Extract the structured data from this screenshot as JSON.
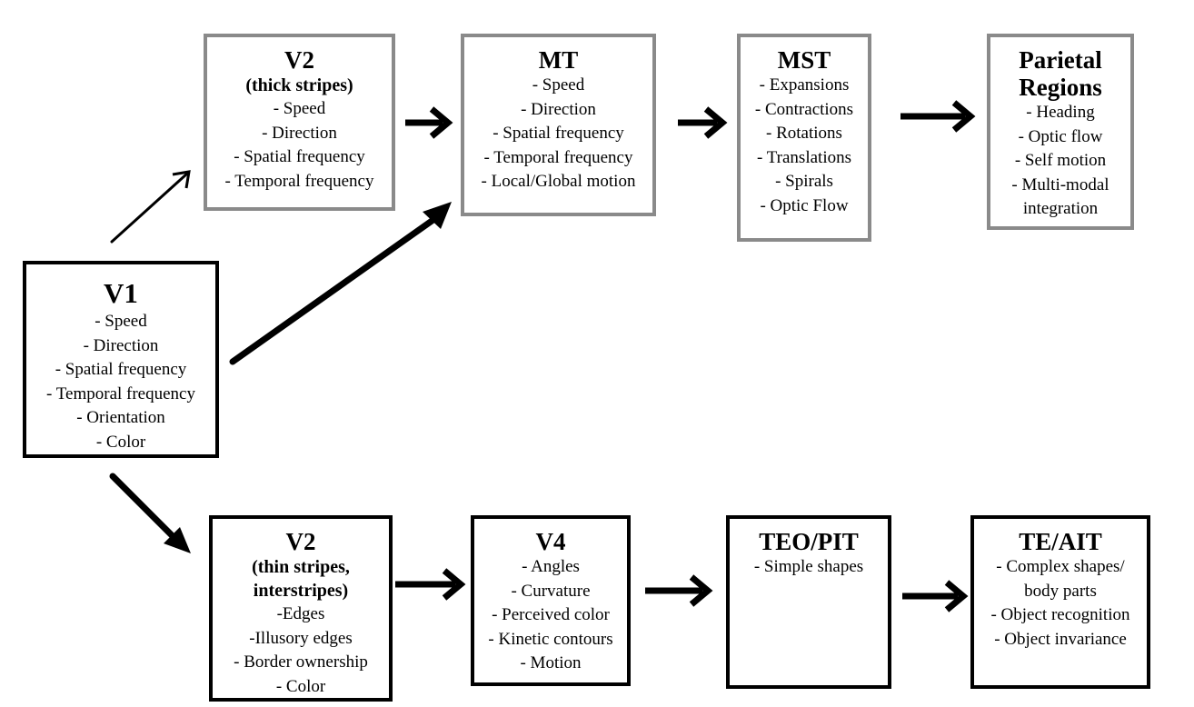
{
  "boxes": {
    "v1": {
      "title": "V1",
      "items": [
        "- Speed",
        "- Direction",
        "- Spatial frequency",
        "- Temporal frequency",
        "- Orientation",
        "- Color"
      ]
    },
    "v2_thick": {
      "title": "V2",
      "subtitle": "(thick stripes)",
      "items": [
        "- Speed",
        "- Direction",
        "- Spatial frequency",
        "- Temporal frequency"
      ]
    },
    "mt": {
      "title": "MT",
      "items": [
        "- Speed",
        "- Direction",
        "- Spatial frequency",
        "- Temporal frequency",
        "- Local/Global motion"
      ]
    },
    "mst": {
      "title": "MST",
      "items": [
        "- Expansions",
        "- Contractions",
        "- Rotations",
        "- Translations",
        "- Spirals",
        "- Optic Flow"
      ]
    },
    "parietal": {
      "title_line1": "Parietal",
      "title_line2": "Regions",
      "items": [
        "- Heading",
        "- Optic flow",
        "- Self motion",
        "- Multi-modal",
        "integration"
      ]
    },
    "v2_thin": {
      "title": "V2",
      "subtitle_line1": "(thin stripes,",
      "subtitle_line2": "interstripes)",
      "items": [
        "-Edges",
        "-Illusory edges",
        "- Border ownership",
        "- Color"
      ]
    },
    "v4": {
      "title": "V4",
      "items": [
        "- Angles",
        "- Curvature",
        "- Perceived color",
        "- Kinetic contours",
        "- Motion"
      ]
    },
    "teo": {
      "title": "TEO/PIT",
      "items": [
        "- Simple shapes"
      ]
    },
    "te": {
      "title": "TE/AIT",
      "items": [
        "- Complex shapes/",
        "body parts",
        "- Object recognition",
        "- Object invariance"
      ]
    }
  },
  "colors": {
    "gray_border": "#8a8a8a",
    "black_border": "#000000",
    "arrow": "#000000"
  }
}
